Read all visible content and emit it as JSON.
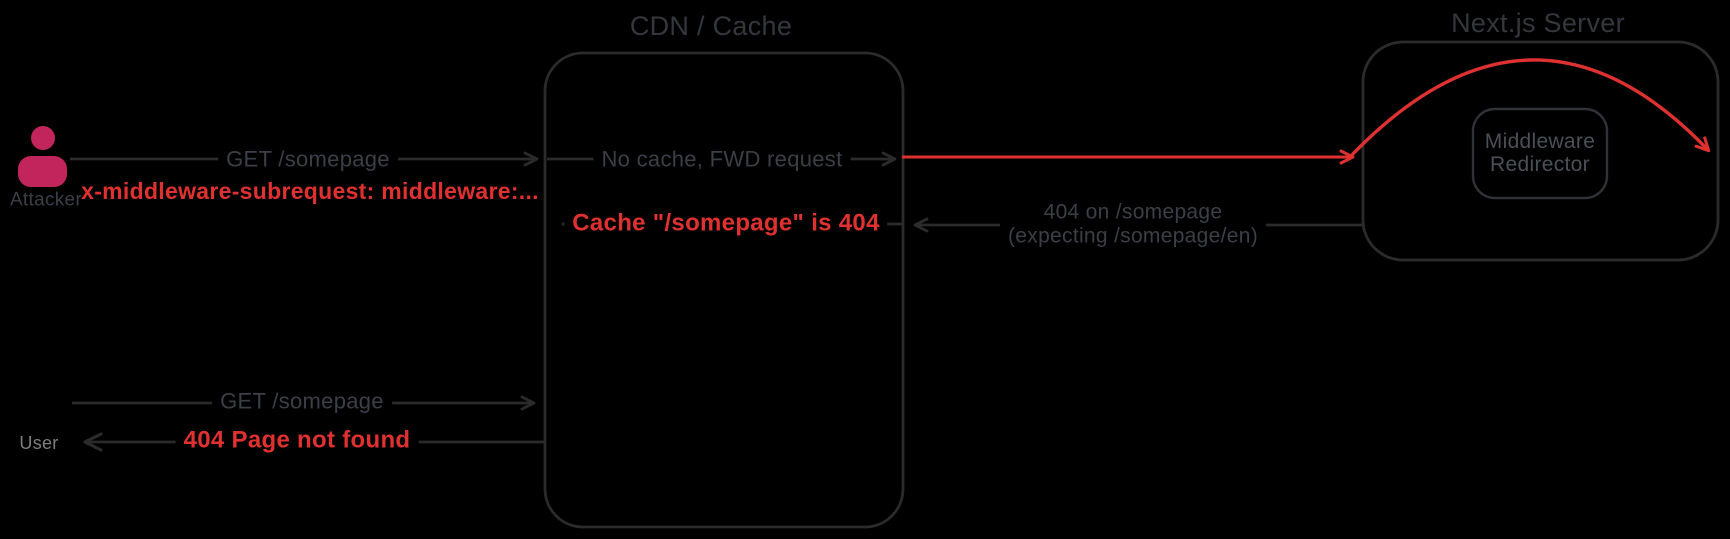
{
  "diagram_title_implicit": "Next.js middleware cache poisoning flow",
  "colors": {
    "background": "#000000",
    "stroke": "#2b2b2b",
    "dark_text": "#3a4046",
    "red": "#e03131",
    "pink": "#c2255c",
    "muted_text": "#7f7f7f"
  },
  "actors": {
    "attacker": {
      "label": "Attacker"
    },
    "user": {
      "label": "User"
    }
  },
  "nodes": {
    "cdn": {
      "title": "CDN / Cache"
    },
    "nextjs": {
      "title": "Next.js Server"
    },
    "middleware": {
      "line1": "Middleware",
      "line2": "Redirector"
    }
  },
  "messages": {
    "attacker_get": "GET /somepage",
    "attacker_header": "x-middleware-subrequest: middleware:...",
    "cdn_forward": "No cache, FWD request",
    "server_404_line1": "404 on /somepage",
    "server_404_line2": "(expecting /somepage/en)",
    "cdn_cache_store": "Cache \"/somepage\" is 404",
    "user_get": "GET /somepage",
    "user_response": "404 Page not found"
  }
}
